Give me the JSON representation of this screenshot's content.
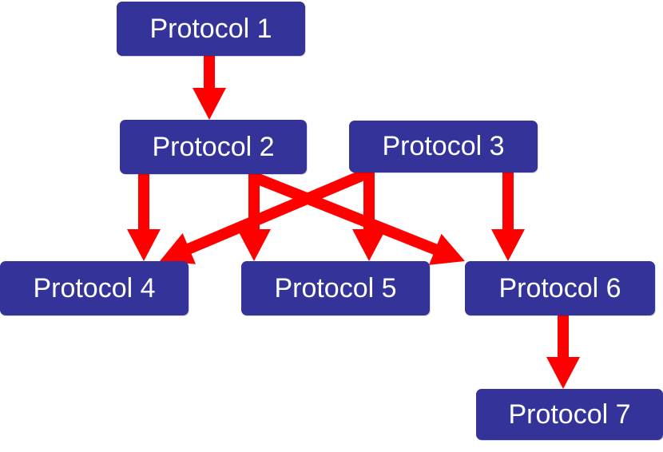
{
  "diagram": {
    "colors": {
      "node_fill": "#333399",
      "node_text": "#ffffff",
      "arrow": "#ff0000"
    },
    "nodes": [
      {
        "id": "p1",
        "label": "Protocol 1"
      },
      {
        "id": "p2",
        "label": "Protocol 2"
      },
      {
        "id": "p3",
        "label": "Protocol 3"
      },
      {
        "id": "p4",
        "label": "Protocol 4"
      },
      {
        "id": "p5",
        "label": "Protocol 5"
      },
      {
        "id": "p6",
        "label": "Protocol 6"
      },
      {
        "id": "p7",
        "label": "Protocol 7"
      }
    ],
    "edges": [
      {
        "from": "p1",
        "to": "p2"
      },
      {
        "from": "p2",
        "to": "p4"
      },
      {
        "from": "p2",
        "to": "p5"
      },
      {
        "from": "p2",
        "to": "p6"
      },
      {
        "from": "p3",
        "to": "p4"
      },
      {
        "from": "p3",
        "to": "p5"
      },
      {
        "from": "p3",
        "to": "p6"
      },
      {
        "from": "p6",
        "to": "p7"
      }
    ]
  }
}
